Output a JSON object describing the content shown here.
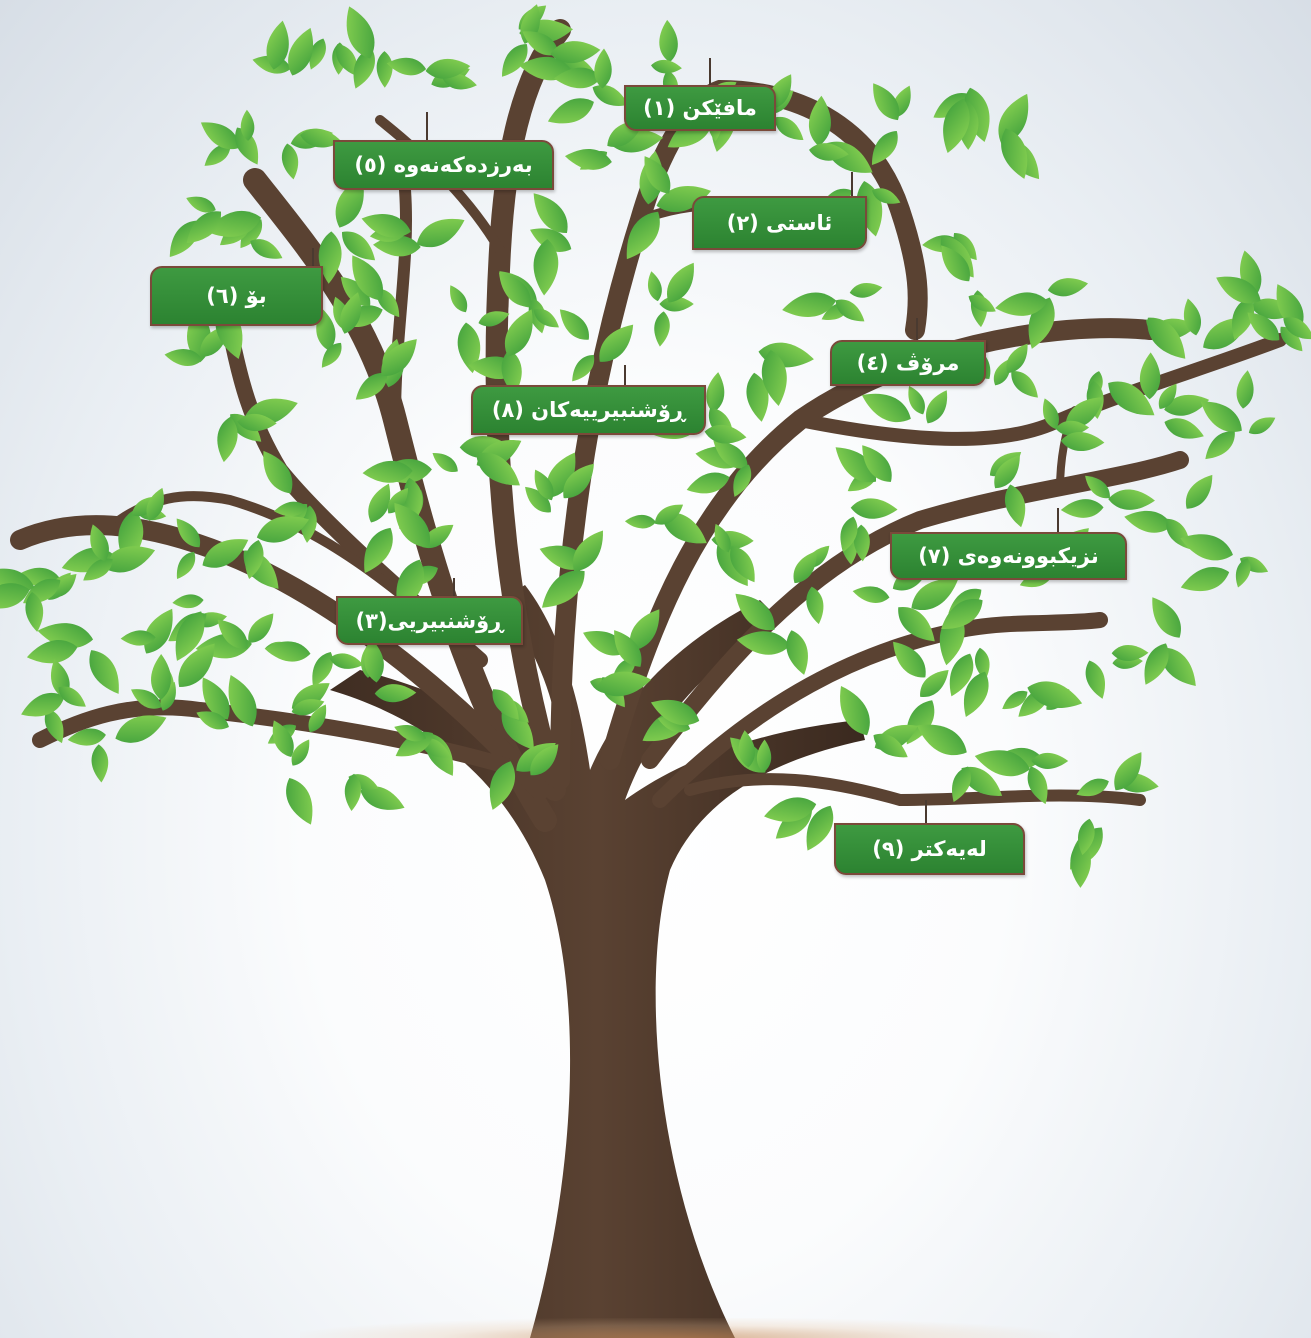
{
  "colors": {
    "trunk": "#5a4232",
    "leaf_light": "#8fd653",
    "leaf_dark": "#3d9e3c",
    "tag_fill": "#349036",
    "tag_border": "#7a4a3a",
    "tag_text": "#ffffff"
  },
  "labels": [
    {
      "id": "1",
      "text": "مافێكن (١)"
    },
    {
      "id": "2",
      "text": "ئاستی (٢)"
    },
    {
      "id": "3",
      "text": "ڕۆشنبیریی(٣)"
    },
    {
      "id": "4",
      "text": "مرۆڤ (٤)"
    },
    {
      "id": "5",
      "text": "بەرزدەكەنەوە (٥)"
    },
    {
      "id": "6",
      "text": "بۆ (٦)"
    },
    {
      "id": "7",
      "text": "نزیكبوونەوەی (٧)"
    },
    {
      "id": "8",
      "text": "ڕۆشنبیرییەكان (٨)"
    },
    {
      "id": "9",
      "text": "لەیەكتر (٩)"
    }
  ]
}
